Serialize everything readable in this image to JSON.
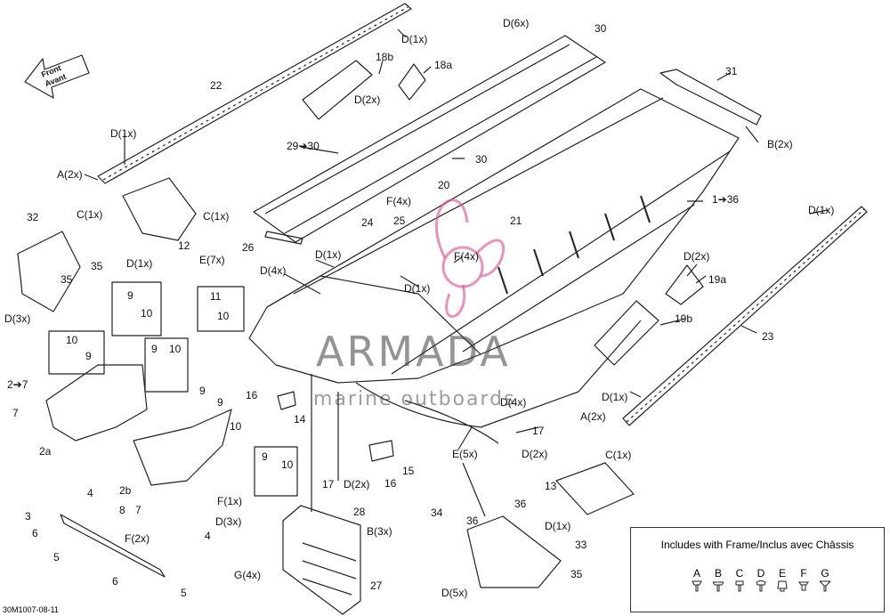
{
  "figure_code": "30M1007-08-11",
  "front_arrow": {
    "line1": "Front",
    "line2": "Avant"
  },
  "watermark": {
    "brand": "ARMADA",
    "sub": "marine outboards"
  },
  "legend": {
    "title": "Includes with Frame/Inclus avec Châssis",
    "items": [
      "A",
      "B",
      "C",
      "D",
      "E",
      "F",
      "G"
    ]
  },
  "callouts": {
    "d_top": "D(1x)",
    "d6x": "D(6x)",
    "n30a": "30",
    "n22": "22",
    "n18b": "18b",
    "n18a": "18a",
    "d2x_18": "D(2x)",
    "n31": "31",
    "b2x_31": "B(2x)",
    "d1x_22": "D(1x)",
    "a2x_top": "A(2x)",
    "n29_30": "29➔30",
    "n30b": "30",
    "c1x_l": "C(1x)",
    "c1x_r": "C(1x)",
    "n12": "12",
    "d1x_12": "D(1x)",
    "n32": "32",
    "n35a": "35",
    "n35b": "35",
    "d3x_l": "D(3x)",
    "n20": "20",
    "f4x_20": "F(4x)",
    "n1_36": "1➔36",
    "n24": "24",
    "n25": "25",
    "n26": "26",
    "d1x_mid": "D(1x)",
    "f4x_21": "F(4x)",
    "n21": "21",
    "e7x": "E(7x)",
    "d4x_top": "D(4x)",
    "d1x_c": "D(1x)",
    "d1x_r": "D(1x)",
    "d2x_19a": "D(2x)",
    "n19a": "19a",
    "n19b": "19b",
    "n23": "23",
    "d1x_23": "D(1x)",
    "a2x_r": "A(2x)",
    "n9a": "9",
    "n10a": "10",
    "n11": "11",
    "n10b": "10",
    "n10c": "10",
    "n9b": "9",
    "n9c": "9",
    "n10d": "10",
    "n2_7": "2➔7",
    "n7a": "7",
    "n2a": "2a",
    "n9d": "9",
    "n9e": "9",
    "n10e": "10",
    "n16a": "16",
    "n14": "14",
    "d4x_mid": "D(4x)",
    "n17a": "17",
    "d2x_17": "D(2x)",
    "e5x": "E(5x)",
    "n9f": "9",
    "n10f": "10",
    "n4a": "4",
    "n2b": "2b",
    "f1x": "F(1x)",
    "n7b": "7",
    "d3x_m": "D(3x)",
    "n8": "8",
    "n3": "3",
    "f2x": "F(2x)",
    "n4b": "4",
    "n6a": "6",
    "n5a": "5",
    "n6b": "6",
    "n5b": "5",
    "n17b": "17",
    "d2x_15": "D(2x)",
    "n16b": "16",
    "n15": "15",
    "c1x_13": "C(1x)",
    "n13": "13",
    "d1x_13": "D(1x)",
    "n34": "34",
    "n36a": "36",
    "n36b": "36",
    "n28": "28",
    "b3x": "B(3x)",
    "g4x": "G(4x)",
    "n27": "27",
    "n33": "33",
    "n35c": "35",
    "d5x": "D(5x)"
  }
}
